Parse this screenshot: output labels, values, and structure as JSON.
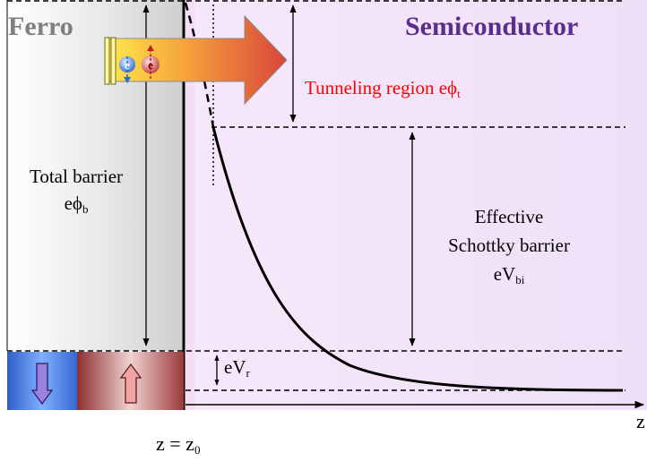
{
  "ferro_label": "Ferro",
  "semiconductor_label": "Semiconductor",
  "tunneling_region": {
    "text": "Tunneling region eϕ",
    "sub": "t"
  },
  "total_barrier": {
    "line1": "Total barrier",
    "line2": "eϕ",
    "sub": "b"
  },
  "schottky_barrier": {
    "line1": "Effective",
    "line2": "Schottky barrier",
    "line3": "eV",
    "sub": "bi"
  },
  "eVr": {
    "text": "eV",
    "sub": "r"
  },
  "z_axis_label": "z",
  "interface_label": {
    "text": "z = z",
    "sub": "0"
  },
  "electron_labels": {
    "spin_down": "e",
    "spin_up": "e"
  },
  "colors": {
    "ferro_label": "#7f7f7f",
    "semiconductor_label": "#5b2d8c",
    "tunneling_text": "#ff0000",
    "semiconductor_bg": "#f6e6fb",
    "spin_down_band": "#3a73d8",
    "spin_up_band": "#b24a4a"
  }
}
